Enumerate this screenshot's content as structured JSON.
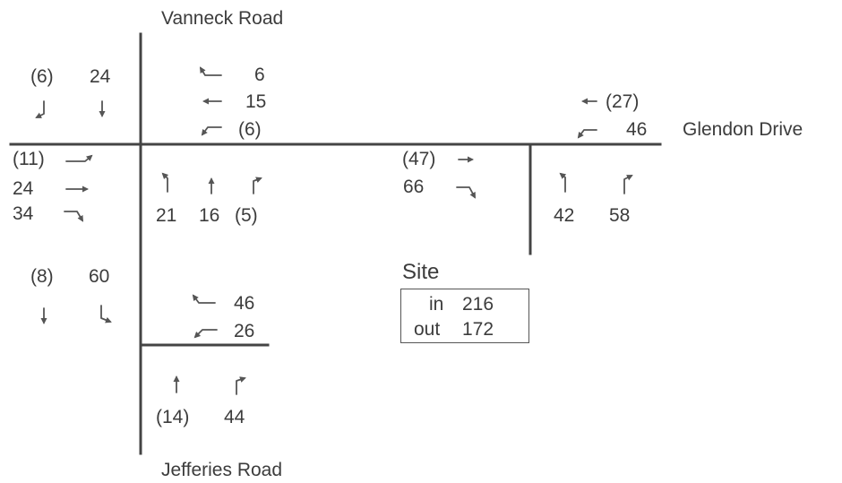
{
  "roads": {
    "vanneck": "Vanneck Road",
    "glendon": "Glendon Drive",
    "jefferies": "Jefferies Road"
  },
  "site": {
    "title": "Site",
    "in_label": "in",
    "in_value": "216",
    "out_label": "out",
    "out_value": "172"
  },
  "volumes": {
    "vanneck_nb_right": "(6)",
    "vanneck_nb_thru": "24",
    "vanneck_wb_left": "6",
    "vanneck_wb_thru": "15",
    "vanneck_wb_right": "(6)",
    "vanneck_eb_left": "(11)",
    "vanneck_eb_thru": "24",
    "vanneck_eb_right": "34",
    "vanneck_sb_left": "21",
    "vanneck_sb_thru": "16",
    "vanneck_sb_right": "(5)",
    "site_eb_thru": "(47)",
    "site_eb_right": "66",
    "site_wb_thru": "(27)",
    "site_wb_left": "46",
    "site_nb_left": "42",
    "site_nb_right": "58",
    "jeff_sb_thru": "(8)",
    "jeff_sb_left": "60",
    "jeff_wb_left": "46",
    "jeff_wb_right": "26",
    "jeff_nb_thru": "(14)",
    "jeff_nb_right": "44"
  }
}
